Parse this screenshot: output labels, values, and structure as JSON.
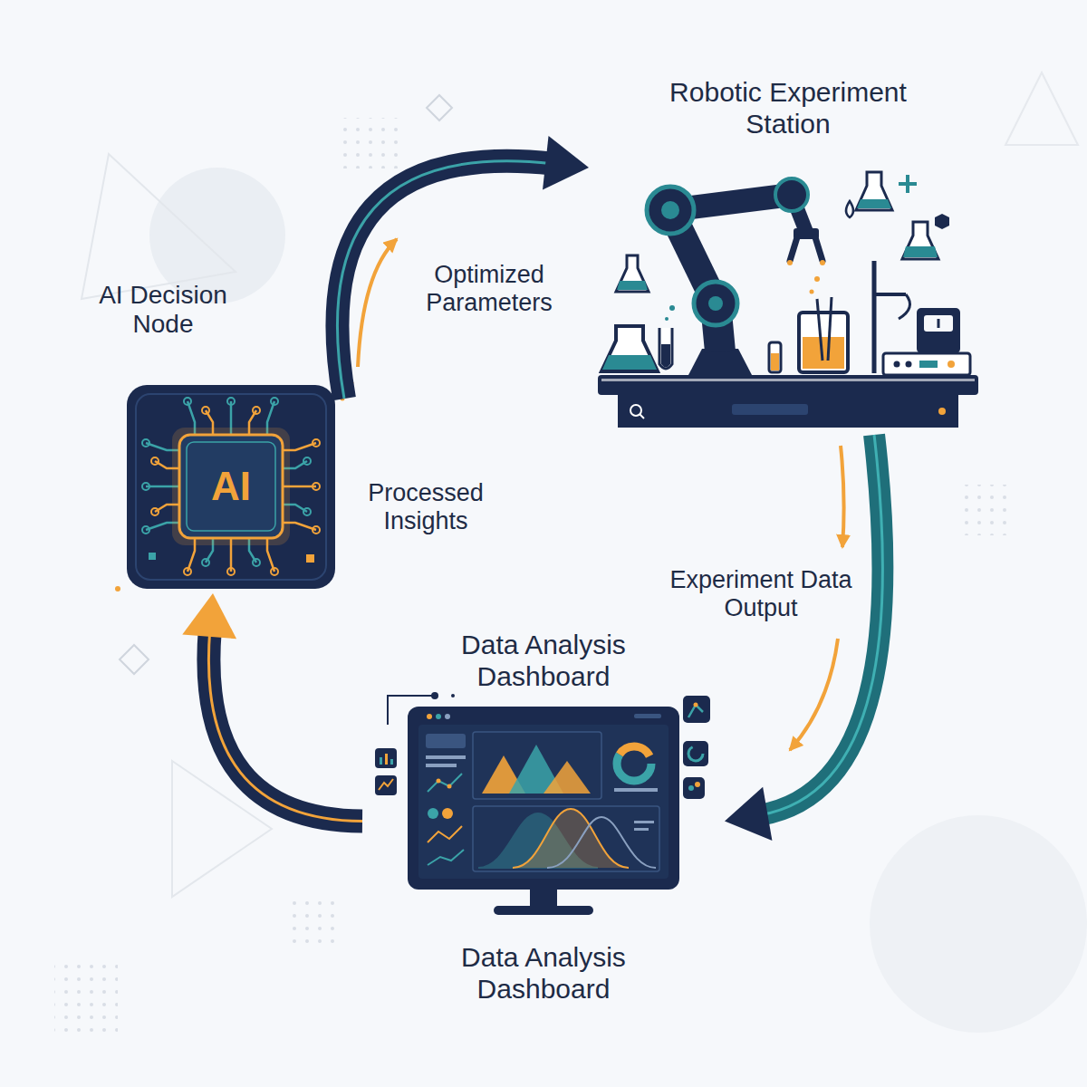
{
  "diagram": {
    "nodes": [
      {
        "text": [
          "Robotic Experiment Station"
        ]
      },
      {
        "text": [
          "AI Decision Node",
          "AI"
        ]
      },
      {
        "text": [
          "Data Analysis Dashboard",
          "Data Analysis Dashboard"
        ]
      }
    ],
    "edges": [
      {
        "from": 1,
        "to": 0,
        "arrow": "to",
        "label": "Optimized Parameters"
      },
      {
        "from": 0,
        "to": 2,
        "arrow": "to",
        "label": "Experiment Data Output"
      },
      {
        "from": 2,
        "to": 1,
        "arrow": "to",
        "label": "Processed Insights"
      }
    ]
  }
}
